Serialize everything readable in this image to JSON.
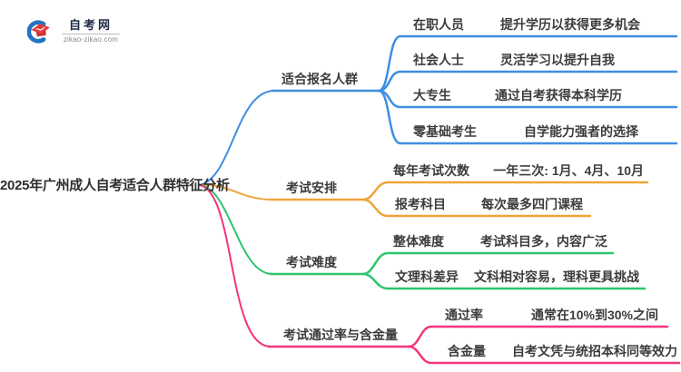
{
  "page": {
    "background": "#ffffff"
  },
  "logo": {
    "site_name": "自考网",
    "site_domain": "zikao-zikao.com",
    "icon": "graduation-cap-with-blue-crescent",
    "colors": {
      "crescent_blue": "#2273C2",
      "cap_red": "#E23C3C",
      "name_color": "#1C2A43",
      "domain_color": "#8A8A8A"
    }
  },
  "mindmap": {
    "root": {
      "label": "2025年广州成人自考适合人群特征分析",
      "text_color": "#2F2F2F"
    },
    "branches": [
      {
        "label": "适合报名人群",
        "color": "#3E8FE0",
        "children": [
          {
            "keyword": "在职人员",
            "description": "提升学历以获得更多机会"
          },
          {
            "keyword": "社会人士",
            "description": "灵活学习以提升自我"
          },
          {
            "keyword": "大专生",
            "description": "通过自考获得本科学历"
          },
          {
            "keyword": "零基础考生",
            "description": "自学能力强者的选择"
          }
        ]
      },
      {
        "label": "考试安排",
        "color": "#F0A33A",
        "children": [
          {
            "keyword": "每年考试次数",
            "description": "一年三次: 1月、4月、10月"
          },
          {
            "keyword": "报考科目",
            "description": "每次最多四门课程"
          }
        ]
      },
      {
        "label": "考试难度",
        "color": "#2BC56D",
        "children": [
          {
            "keyword": "整体难度",
            "description": "考试科目多，内容广泛"
          },
          {
            "keyword": "文理科差异",
            "description": "文科相对容易，理科更具挑战"
          }
        ]
      },
      {
        "label": "考试通过率与含金量",
        "color": "#F3347E",
        "children": [
          {
            "keyword": "通过率",
            "description": "通常在10%到30%之间"
          },
          {
            "keyword": "含金量",
            "description": "自考文凭与统招本科同等效力"
          }
        ]
      }
    ]
  }
}
